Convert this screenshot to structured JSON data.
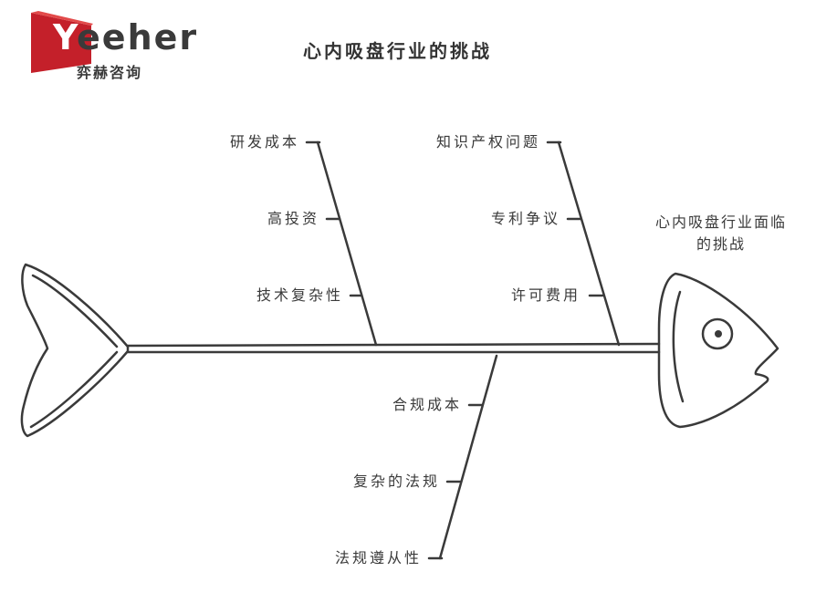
{
  "brand": {
    "logo_text_first": "Y",
    "logo_text_rest": "eeher",
    "logo_subtitle": "弈赫咨询",
    "logo_color": "#c4202a"
  },
  "title": "心内吸盘行业的挑战",
  "head": {
    "label_line1": "心内吸盘行业面临",
    "label_line2": "的挑战"
  },
  "causes": {
    "top_left": [
      "研发成本",
      "高投资",
      "技术复杂性"
    ],
    "top_right": [
      "知识产权问题",
      "专利争议",
      "许可费用"
    ],
    "bottom": [
      "合规成本",
      "复杂的法规",
      "法规遵从性"
    ]
  },
  "colors": {
    "stroke": "#3a3a3a"
  }
}
